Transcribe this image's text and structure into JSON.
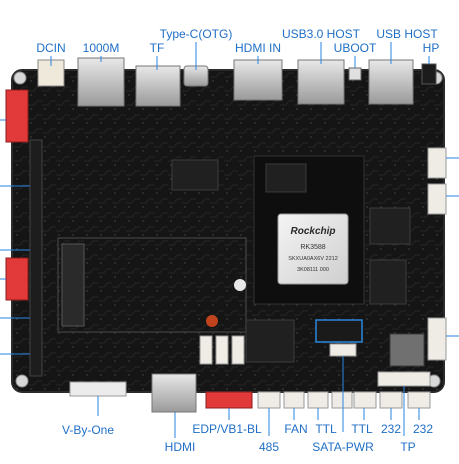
{
  "colors": {
    "label": "#1f6fc6",
    "leader": "#2a86e0",
    "pcb": "#141414",
    "connector_red": "#e23a3a",
    "connector_white": "#efece6"
  },
  "labels": {
    "top": {
      "dcin": "DCIN",
      "eth": "1000M",
      "tf": "TF",
      "typec": "Type-C(OTG)",
      "hdmi_in": "HDMI IN",
      "usb3": "USB3.0 HOST",
      "uboot": "UBOOT",
      "usb_host": "USB HOST",
      "hp": "HP"
    },
    "bottom": {
      "vbyone": "V-By-One",
      "hdmi": "HDMI",
      "edp": "EDP/VB1-BL",
      "rs485": "485",
      "fan": "FAN",
      "ttl1": "TTL",
      "ttl2": "TTL",
      "sata_pwr": "SATA-PWR",
      "rs232a": "232",
      "tp": "TP",
      "rs232b": "232"
    }
  },
  "board_text": {
    "soc_brand": "Rockchip",
    "soc_model": "RK3588",
    "soc_line1": "SKXUA0AX6V 2212",
    "soc_line2": "3K08111 000"
  }
}
